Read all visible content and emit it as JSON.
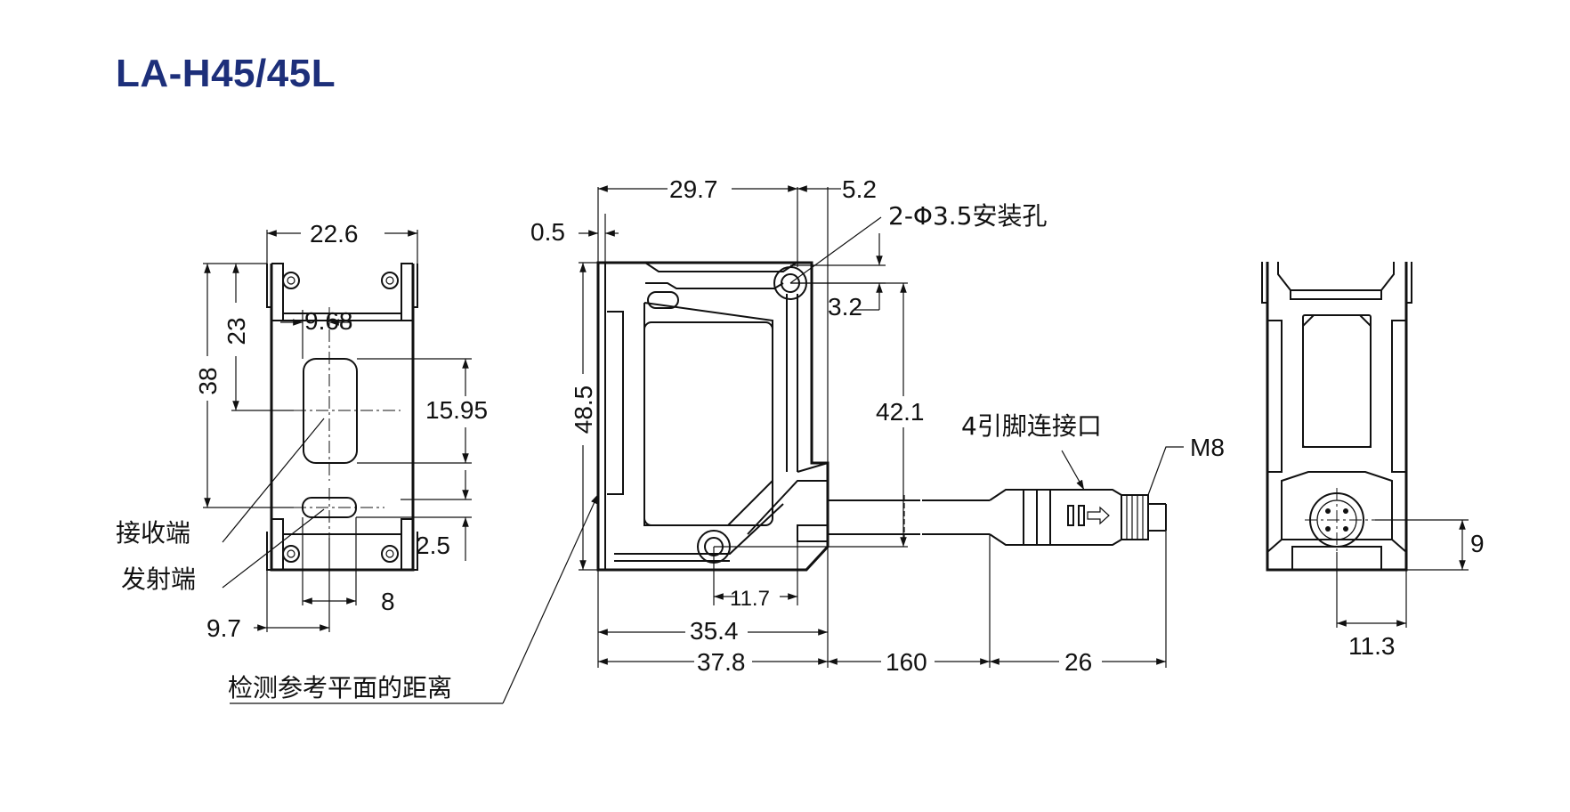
{
  "title": "LA-H45/45L",
  "front_view": {
    "dims": {
      "width": "22.6",
      "offset_x": "9.68",
      "height_23": "23",
      "height_38": "38",
      "window_h": "15.95",
      "emit_h": "2.5",
      "emit_x": "9.7",
      "emit_w": "8"
    },
    "labels": {
      "receiver": "接收端",
      "emitter": "发射端"
    }
  },
  "side_view": {
    "dims": {
      "top_297": "29.7",
      "top_52": "5.2",
      "gap_05": "0.5",
      "hole_32": "3.2",
      "height_485": "48.5",
      "height_421": "42.1",
      "bottom_117": "11.7",
      "bottom_354": "35.4",
      "bottom_378": "37.8",
      "cable_160": "160",
      "connector_26": "26"
    },
    "labels": {
      "mount_holes": "2-Φ3.5安装孔",
      "connector": "4引脚连接口",
      "thread": "M8",
      "reference_plane": "检测参考平面的距离"
    }
  },
  "rear_view": {
    "dims": {
      "conn_h": "9",
      "conn_x": "11.3"
    }
  }
}
